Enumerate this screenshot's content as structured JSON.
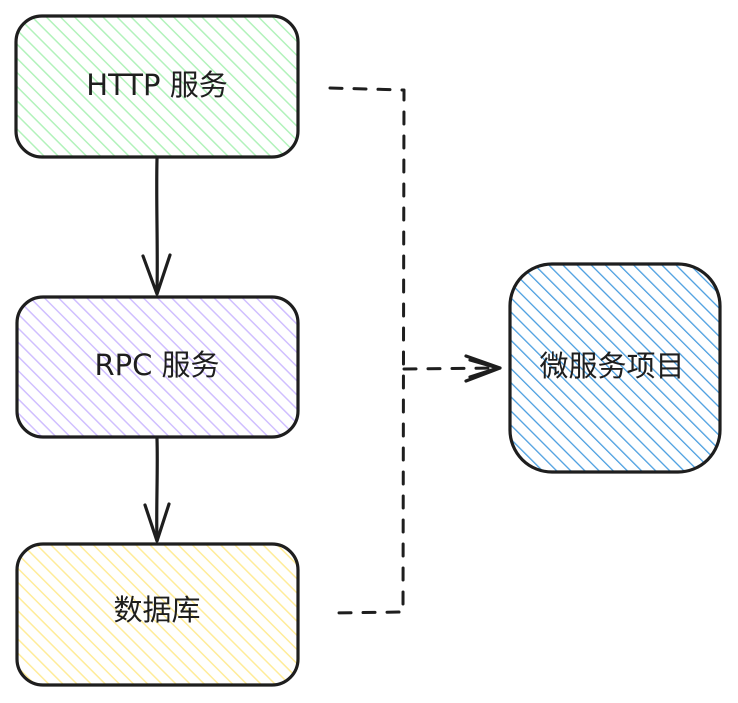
{
  "nodes": {
    "http_service": {
      "label": "HTTP 服务",
      "fill_color": "#b2f2bb"
    },
    "rpc_service": {
      "label": "RPC 服务",
      "fill_color": "#d0bfff"
    },
    "database": {
      "label": "数据库",
      "fill_color": "#ffec99"
    },
    "microservice_project": {
      "label": "微服务项目",
      "fill_color": "#4a9ee0"
    }
  },
  "colors": {
    "stroke": "#1e1e1e",
    "background": "#ffffff"
  }
}
